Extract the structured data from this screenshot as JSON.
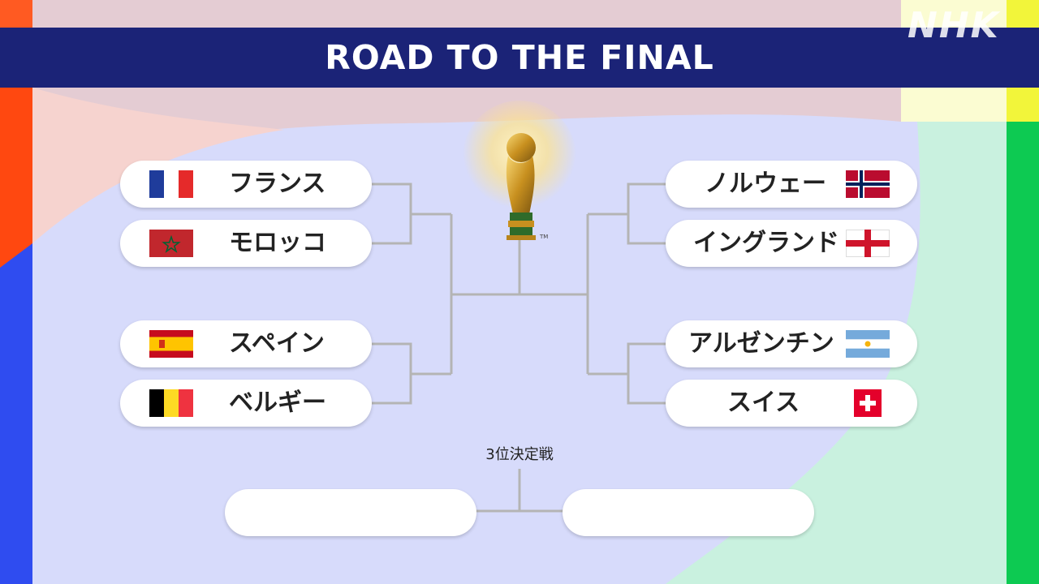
{
  "header": {
    "title": "ROAD TO THE FINAL"
  },
  "logo": {
    "text": "NHK"
  },
  "colors": {
    "banner": "#1b2377",
    "background": "#d7dbfb",
    "bracket_line": "#b4b4b4"
  },
  "bracket": {
    "left": {
      "match1": {
        "team1": {
          "name": "フランス",
          "flag": "france-flag"
        },
        "team2": {
          "name": "モロッコ",
          "flag": "morocco-flag"
        }
      },
      "match2": {
        "team1": {
          "name": "スペイン",
          "flag": "spain-flag"
        },
        "team2": {
          "name": "ベルギー",
          "flag": "belgium-flag"
        }
      }
    },
    "right": {
      "match1": {
        "team1": {
          "name": "ノルウェー",
          "flag": "norway-flag"
        },
        "team2": {
          "name": "イングランド",
          "flag": "england-flag"
        }
      },
      "match2": {
        "team1": {
          "name": "アルゼンチン",
          "flag": "argentina-flag"
        },
        "team2": {
          "name": "スイス",
          "flag": "switzerland-flag"
        }
      }
    },
    "third_place": {
      "label": "3位決定戦",
      "team1": "",
      "team2": ""
    },
    "final": {
      "trophy_icon": "world-cup-trophy-icon"
    }
  }
}
